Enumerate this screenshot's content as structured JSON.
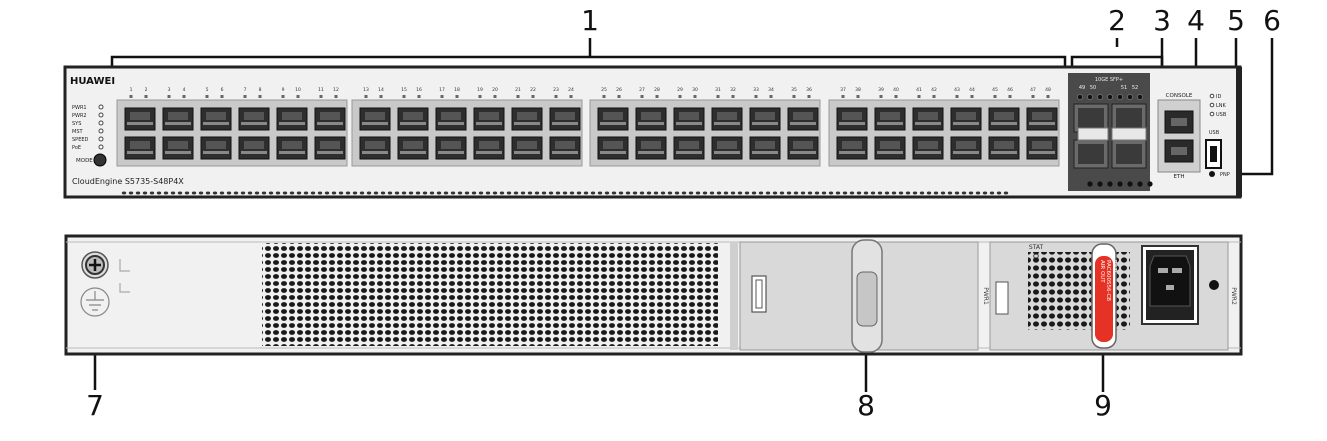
{
  "callouts": [
    "1",
    "2",
    "3",
    "4",
    "5",
    "6",
    "7",
    "8",
    "9"
  ],
  "front": {
    "brand": "HUAWEI",
    "model": "CloudEngine S5735-S48P4X",
    "leds": [
      "PWR1",
      "PWR2",
      "SYS",
      "MST",
      "SPEED",
      "PoE"
    ],
    "mode_label": "MODE",
    "port_numbers": [
      "1",
      "2",
      "3",
      "4",
      "5",
      "6",
      "7",
      "8",
      "9",
      "10",
      "11",
      "12",
      "13",
      "14",
      "15",
      "16",
      "17",
      "18",
      "19",
      "20",
      "21",
      "22",
      "23",
      "24",
      "25",
      "26",
      "27",
      "28",
      "29",
      "30",
      "31",
      "32",
      "33",
      "34",
      "35",
      "36",
      "37",
      "38",
      "39",
      "40",
      "41",
      "42",
      "43",
      "44",
      "45",
      "46",
      "47",
      "48"
    ],
    "sfp_label": "10GE SFP+",
    "sfp_numbers": [
      "49",
      "50",
      "51",
      "52"
    ],
    "console_label": "CONSOLE",
    "eth_label": "ETH",
    "status_leds": [
      "ID",
      "LNK",
      "USB"
    ],
    "usb_label": "USB",
    "pnp_label": "PNP"
  },
  "rear": {
    "stat_label": "STAT",
    "pwr_slot_label": "PWR1",
    "pwr_label": "PWR2",
    "psu_label_lines": [
      "AIR OUT",
      "PAC600S56-CB",
      "PWR"
    ]
  }
}
